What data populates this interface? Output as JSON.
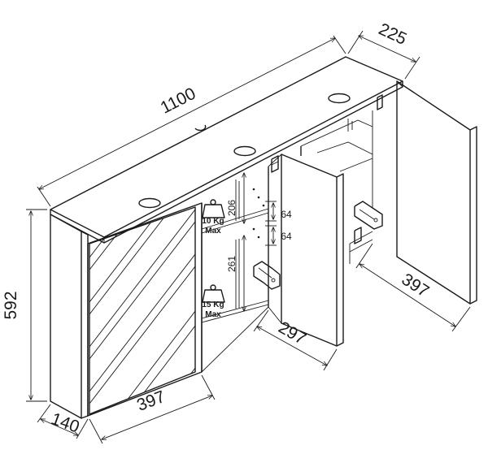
{
  "dimensions": {
    "overall_width": "1100",
    "depth_top": "225",
    "height": "592",
    "depth_bottom": "140",
    "door_left": "397",
    "door_middle": "297",
    "door_right": "397",
    "shelf_gap_upper": "206",
    "shelf_gap_lower": "261",
    "shelf_step_a": "64",
    "shelf_step_b": "64"
  },
  "load_labels": {
    "upper_weight": "10 Kg",
    "upper_max": "Max",
    "lower_weight": "15 Kg",
    "lower_max": "Max"
  }
}
